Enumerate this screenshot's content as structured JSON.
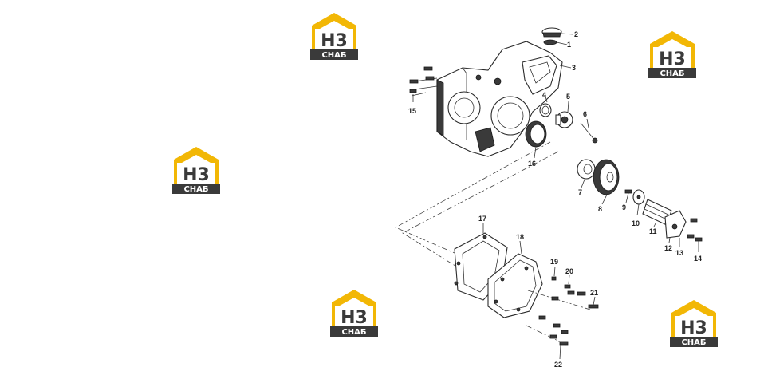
{
  "watermark": {
    "mark": "H3",
    "caption": "СНАБ",
    "colors": {
      "roof": "#f2b705",
      "ink": "#3a3a3a",
      "caption_bg": "#3a3a3a",
      "caption_text": "#ffffff"
    }
  },
  "diagram": {
    "type": "exploded-parts-view",
    "callouts": {
      "c1": "1",
      "c2": "2",
      "c3": "3",
      "c4": "4",
      "c5": "5",
      "c6": "6",
      "c7": "7",
      "c8": "8",
      "c9": "9",
      "c10": "10",
      "c11": "11",
      "c12": "12",
      "c13": "13",
      "c14": "14",
      "c15": "15",
      "c16": "16",
      "c17": "17",
      "c18": "18",
      "c19": "19",
      "c20": "20",
      "c21": "21",
      "c22": "22"
    }
  }
}
